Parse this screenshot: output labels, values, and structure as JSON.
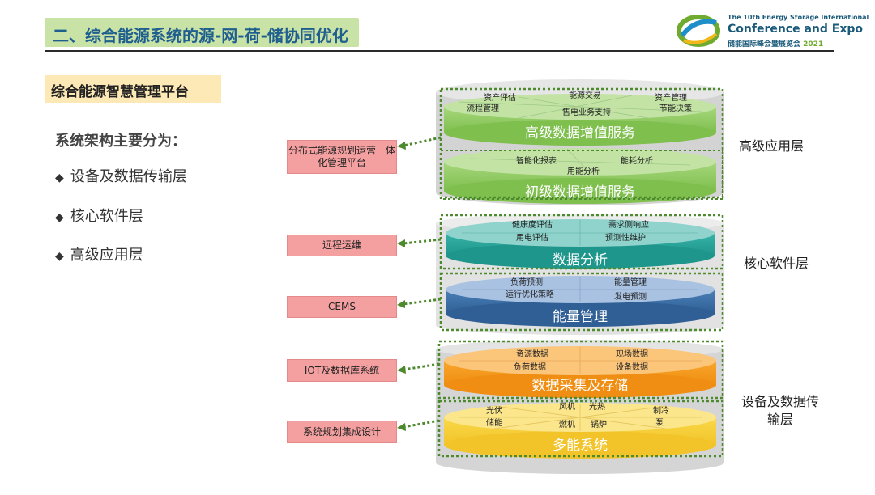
{
  "header": {
    "title": "二、综合能源系统的源-网-荷-储协同优化",
    "logo_line1": "The 10th Energy Storage International",
    "logo_line2": "Conference and Expo",
    "logo_line3": "储能国际峰会暨展览会",
    "logo_year": "2021"
  },
  "section": {
    "title": "综合能源智慧管理平台"
  },
  "intro": "系统架构主要分为：",
  "bullet_marker": "◆",
  "bullets": [
    "设备及数据传输层",
    "核心软件层",
    "高级应用层"
  ],
  "side_labels": [
    "分布式能源规划运营一体化管理平台",
    "远程运维",
    "CEMS",
    "IOT及数据库系统",
    "系统规划集成设计"
  ],
  "layer_names": [
    "高级应用层",
    "核心软件层",
    "设备及数据传输层"
  ],
  "disks": {
    "advanced": {
      "title": "高级数据增值服务",
      "items": [
        "资产评估",
        "能源交易",
        "资产管理",
        "流程管理",
        "售电业务支持",
        "节能决策"
      ]
    },
    "basic": {
      "title": "初级数据增值服务",
      "items": [
        "智能化报表",
        "能耗分析",
        "用能分析"
      ]
    },
    "analysis": {
      "title": "数据分析",
      "items": [
        "健康度评估",
        "需求侧响应",
        "用电评估",
        "预测性维护"
      ]
    },
    "energy": {
      "title": "能量管理",
      "items": [
        "负荷预测",
        "能量管理",
        "运行优化策略",
        "发电预测"
      ]
    },
    "storage": {
      "title": "数据采集及存储",
      "items": [
        "资源数据",
        "现场数据",
        "负荷数据",
        "设备数据"
      ]
    },
    "multi": {
      "title": "多能系统",
      "items": [
        "光伏",
        "风机",
        "光热",
        "制冷",
        "储能",
        "燃机",
        "锅炉",
        "泵"
      ]
    }
  },
  "colors": {
    "title_bg": "#c9e2a6",
    "title_text": "#1f5f8f",
    "section_bg": "#fde9b5",
    "label_bg": "#f5a0a0",
    "green": "#8cc95e",
    "teal": "#26a49a",
    "blue": "#3a6ea5",
    "orange": "#f59a1c",
    "yellow": "#f6cf3a",
    "dotted": "#4d8a2e"
  }
}
